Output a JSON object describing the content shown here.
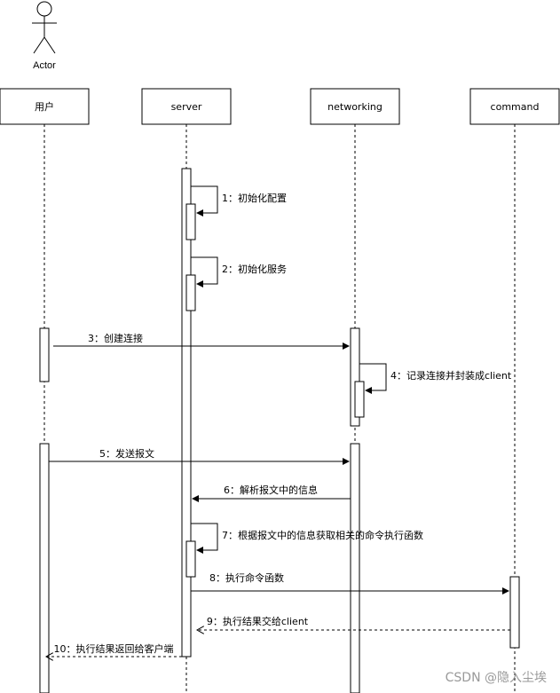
{
  "actor": {
    "label": "Actor"
  },
  "lifelines": [
    {
      "id": "user",
      "label": "用户"
    },
    {
      "id": "server",
      "label": "server"
    },
    {
      "id": "networking",
      "label": "networking"
    },
    {
      "id": "command",
      "label": "command"
    }
  ],
  "messages": [
    {
      "id": "m1",
      "text": "1：初始化配置",
      "kind": "self",
      "on": "server"
    },
    {
      "id": "m2",
      "text": "2：初始化服务",
      "kind": "self",
      "on": "server"
    },
    {
      "id": "m3",
      "text": "3：创建连接",
      "kind": "call",
      "from": "user",
      "to": "networking"
    },
    {
      "id": "m4",
      "text": "4：记录连接并封装成client",
      "kind": "self",
      "on": "networking"
    },
    {
      "id": "m5",
      "text": "5：发送报文",
      "kind": "call",
      "from": "user",
      "to": "networking"
    },
    {
      "id": "m6",
      "text": "6：解析报文中的信息",
      "kind": "call",
      "from": "networking",
      "to": "server"
    },
    {
      "id": "m7",
      "text": "7：根据报文中的信息获取相关的命令执行函数",
      "kind": "self",
      "on": "server"
    },
    {
      "id": "m8",
      "text": "8：执行命令函数",
      "kind": "call",
      "from": "server",
      "to": "command"
    },
    {
      "id": "m9",
      "text": "9：执行结果交给client",
      "kind": "return",
      "from": "command",
      "to": "server"
    },
    {
      "id": "m10",
      "text": "10：执行结果返回给客户端",
      "kind": "return",
      "from": "server",
      "to": "user"
    }
  ],
  "watermark": "CSDN @隐入尘埃"
}
